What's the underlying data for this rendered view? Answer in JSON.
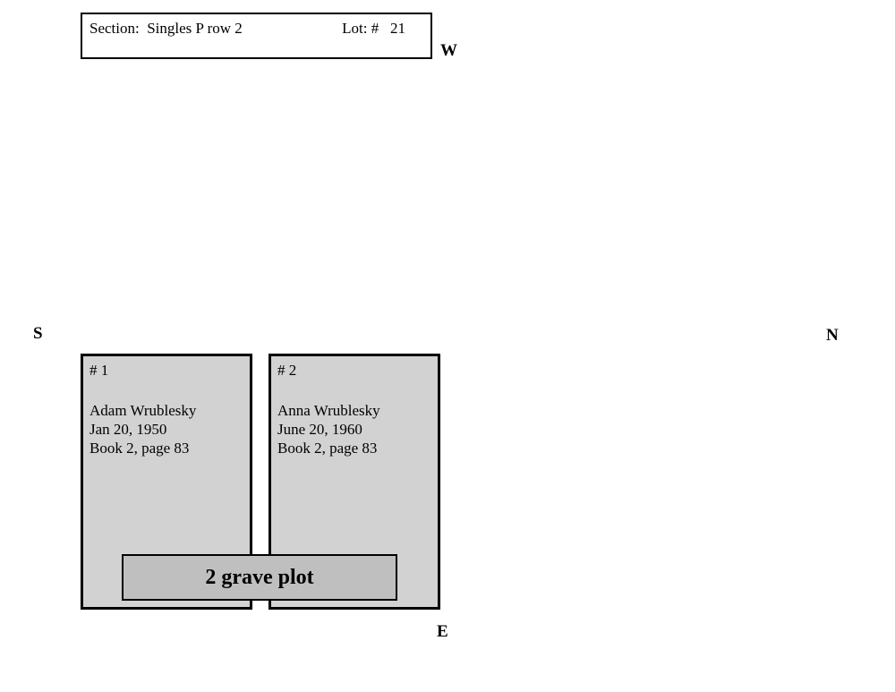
{
  "header": {
    "section_label": "Section:  Singles P row 2",
    "lot_label": "Lot: #   21"
  },
  "compass": {
    "west": "W",
    "south": "S",
    "north": "N",
    "east": "E"
  },
  "plots": [
    {
      "number": "# 1",
      "name": "Adam Wrublesky",
      "date": "Jan 20, 1950",
      "book": "Book 2, page 83"
    },
    {
      "number": "# 2",
      "name": "Anna Wrublesky",
      "date": "June 20, 1960",
      "book": "Book 2, page 83"
    }
  ],
  "plot_label": "2 grave plot",
  "colors": {
    "plot_fill": "#d2d2d2",
    "label_fill": "#bfbfbf",
    "border": "#000000",
    "background": "#ffffff"
  }
}
